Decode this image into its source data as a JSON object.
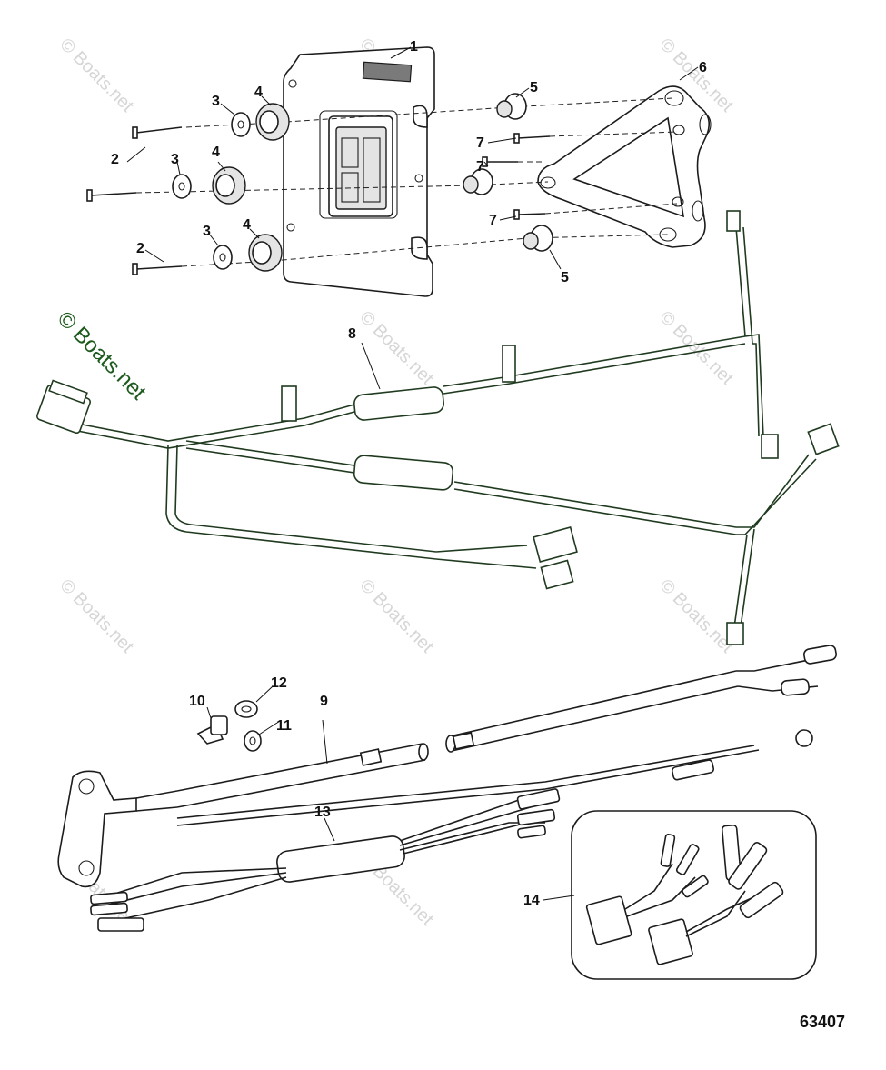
{
  "diagram": {
    "watermark": "© Boats.net",
    "figure_number": "63407",
    "callouts": [
      {
        "id": "c1",
        "label": "1"
      },
      {
        "id": "c2a",
        "label": "2"
      },
      {
        "id": "c2b",
        "label": "2"
      },
      {
        "id": "c3a",
        "label": "3"
      },
      {
        "id": "c3b",
        "label": "3"
      },
      {
        "id": "c3c",
        "label": "3"
      },
      {
        "id": "c4a",
        "label": "4"
      },
      {
        "id": "c4b",
        "label": "4"
      },
      {
        "id": "c4c",
        "label": "4"
      },
      {
        "id": "c5a",
        "label": "5"
      },
      {
        "id": "c5b",
        "label": "5"
      },
      {
        "id": "c6",
        "label": "6"
      },
      {
        "id": "c7a",
        "label": "7"
      },
      {
        "id": "c7b",
        "label": "7"
      },
      {
        "id": "c7c",
        "label": "7"
      },
      {
        "id": "c8",
        "label": "8"
      },
      {
        "id": "c9",
        "label": "9"
      },
      {
        "id": "c10",
        "label": "10"
      },
      {
        "id": "c11",
        "label": "11"
      },
      {
        "id": "c12",
        "label": "12"
      },
      {
        "id": "c13",
        "label": "13"
      },
      {
        "id": "c14",
        "label": "14"
      }
    ]
  }
}
